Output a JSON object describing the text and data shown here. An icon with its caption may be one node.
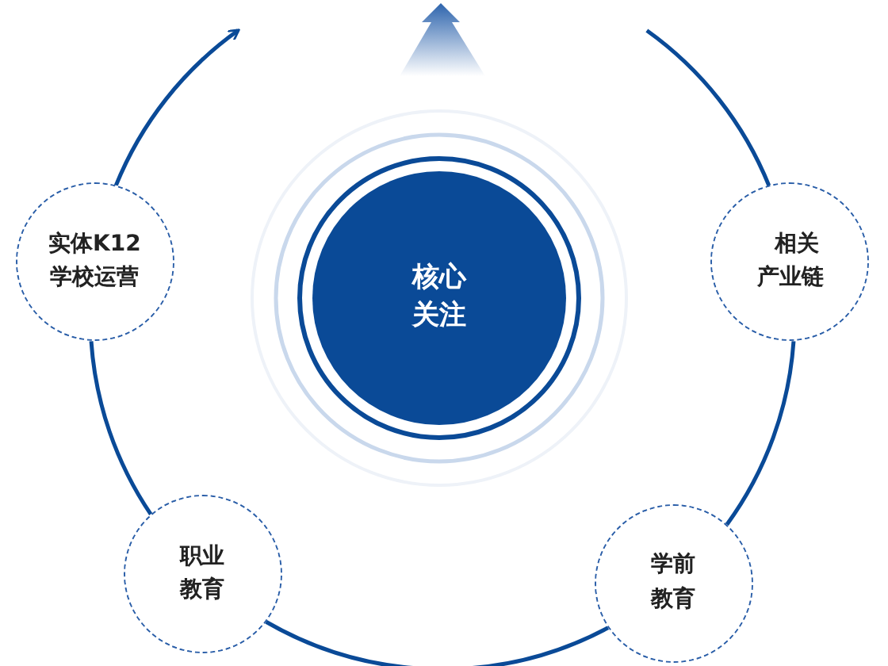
{
  "diagram": {
    "nodes": [
      {
        "text": [
          "实体K12学校运营"
        ]
      },
      {
        "text": [
          "相关产业链"
        ]
      },
      {
        "text": [
          "核心关注"
        ]
      },
      {
        "text": [
          "职业教育"
        ]
      },
      {
        "text": [
          "学前教育"
        ]
      }
    ],
    "edges": [
      {
        "from": null,
        "to": 1,
        "arrow": "none"
      },
      {
        "from": 1,
        "to": 4,
        "arrow": "none"
      },
      {
        "from": 4,
        "to": 3,
        "arrow": "none"
      },
      {
        "from": 3,
        "to": 0,
        "arrow": "none"
      },
      {
        "from": 0,
        "to": null,
        "arrow": "to"
      }
    ]
  }
}
